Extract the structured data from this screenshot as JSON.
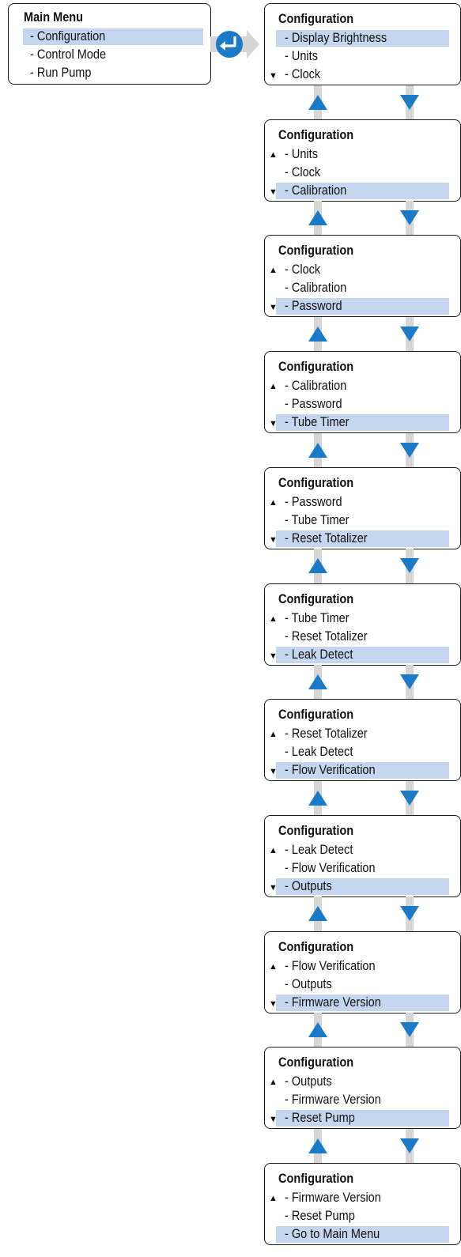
{
  "main_menu": {
    "title": "Main Menu",
    "items": [
      "- Configuration",
      "- Control Mode",
      "- Run Pump"
    ],
    "selected_index": 0
  },
  "enter_icon": "enter-return-icon",
  "colors": {
    "highlight": "#c5d7ef",
    "arrow_blue": "#1a7ac6",
    "connector_gray": "#d6d6d6"
  },
  "config_screens": [
    {
      "title": "Configuration",
      "items": [
        "- Display Brightness",
        "- Units",
        "- Clock"
      ],
      "selected_index": 0,
      "up": false,
      "down": true
    },
    {
      "title": "Configuration",
      "items": [
        "- Units",
        "- Clock",
        "- Calibration"
      ],
      "selected_index": 2,
      "up": true,
      "down": true
    },
    {
      "title": "Configuration",
      "items": [
        "- Clock",
        "- Calibration",
        "- Password"
      ],
      "selected_index": 2,
      "up": true,
      "down": true
    },
    {
      "title": "Configuration",
      "items": [
        "- Calibration",
        "- Password",
        "- Tube Timer"
      ],
      "selected_index": 2,
      "up": true,
      "down": true
    },
    {
      "title": "Configuration",
      "items": [
        "- Password",
        "- Tube Timer",
        "- Reset Totalizer"
      ],
      "selected_index": 2,
      "up": true,
      "down": true
    },
    {
      "title": "Configuration",
      "items": [
        "- Tube Timer",
        "- Reset Totalizer",
        "- Leak Detect"
      ],
      "selected_index": 2,
      "up": true,
      "down": true
    },
    {
      "title": "Configuration",
      "items": [
        "- Reset Totalizer",
        "- Leak Detect",
        "- Flow Verification"
      ],
      "selected_index": 2,
      "up": true,
      "down": true
    },
    {
      "title": "Configuration",
      "items": [
        "- Leak Detect",
        "- Flow Verification",
        "- Outputs"
      ],
      "selected_index": 2,
      "up": true,
      "down": true
    },
    {
      "title": "Configuration",
      "items": [
        "- Flow Verification",
        "- Outputs",
        "- Firmware Version"
      ],
      "selected_index": 2,
      "up": true,
      "down": true
    },
    {
      "title": "Configuration",
      "items": [
        "- Outputs",
        "- Firmware Version",
        "- Reset Pump"
      ],
      "selected_index": 2,
      "up": true,
      "down": true
    },
    {
      "title": "Configuration",
      "items": [
        "- Firmware Version",
        "- Reset Pump",
        "- Go to Main Menu"
      ],
      "selected_index": 2,
      "up": true,
      "down": false
    }
  ]
}
